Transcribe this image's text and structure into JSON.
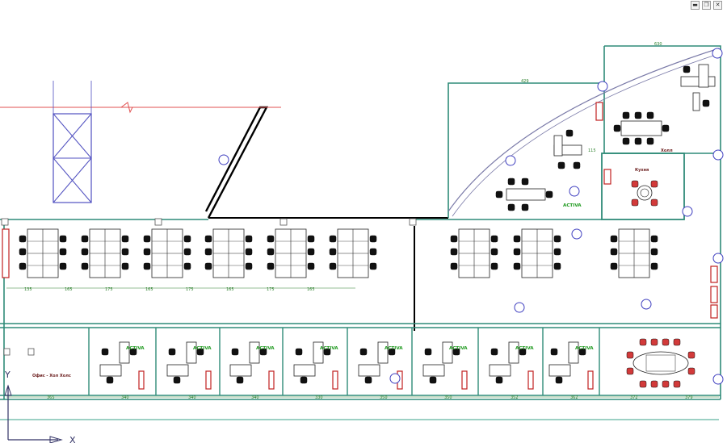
{
  "window_controls": {
    "minimize": "▬",
    "restore": "❐",
    "close": "✕"
  },
  "labels": {
    "kitchen": "Кухня",
    "hall": "Холл",
    "reception": "Офис - Хол Холс",
    "active": "ACTIVA"
  },
  "axis": {
    "x": "X",
    "y": "Y"
  },
  "colors": {
    "wall": "#2f8b78",
    "wall_blue": "#5050c0",
    "bldg_outline": "#000000",
    "red_line": "#e04040",
    "dim_text": "#2a7f2a",
    "active_text": "#1f9a1f",
    "chair_red": "#d23a3a"
  },
  "dimensions": {
    "top_row": [
      "135",
      "165",
      "175",
      "165",
      "175",
      "165",
      "175",
      "165"
    ],
    "bottom_row": [
      "365",
      "340",
      "340",
      "340",
      "330",
      "350",
      "350",
      "352",
      "362",
      "372",
      "379"
    ],
    "north_wing": [
      "630",
      "429",
      "115"
    ]
  }
}
